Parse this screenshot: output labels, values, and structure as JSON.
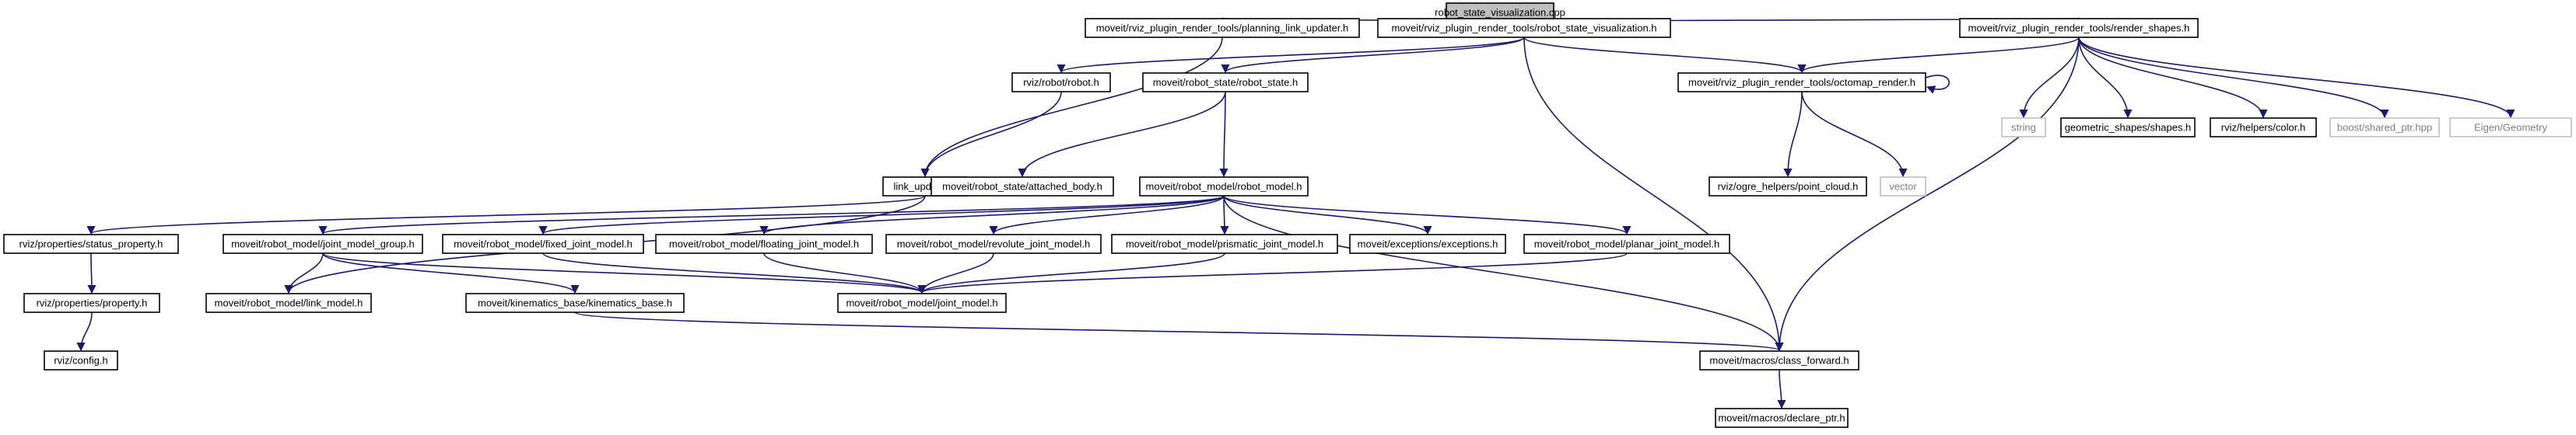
{
  "diagram": {
    "colors": {
      "edge": "#191970",
      "border": "#000000",
      "ghost_border": "#bfbfbf",
      "root_fill": "#bfbfbf",
      "node_fill": "#ffffff",
      "text": "#000000",
      "ghost_text": "#7f7f7f"
    },
    "nodes": [
      {
        "id": "root",
        "label": "robot_state_visualization.cpp",
        "kind": "root"
      },
      {
        "id": "plu",
        "label": "moveit/rviz_plugin_render_tools/planning_link_updater.h",
        "kind": "normal"
      },
      {
        "id": "rsvh",
        "label": "moveit/rviz_plugin_render_tools/robot_state_visualization.h",
        "kind": "normal"
      },
      {
        "id": "rshapes",
        "label": "moveit/rviz_plugin_render_tools/render_shapes.h",
        "kind": "normal"
      },
      {
        "id": "rvizrobot",
        "label": "rviz/robot/robot.h",
        "kind": "normal"
      },
      {
        "id": "rstate",
        "label": "moveit/robot_state/robot_state.h",
        "kind": "normal"
      },
      {
        "id": "octomap",
        "label": "moveit/rviz_plugin_render_tools/octomap_render.h",
        "kind": "normal"
      },
      {
        "id": "string",
        "label": "string",
        "kind": "ghost"
      },
      {
        "id": "shapes",
        "label": "geometric_shapes/shapes.h",
        "kind": "normal"
      },
      {
        "id": "color",
        "label": "rviz/helpers/color.h",
        "kind": "normal"
      },
      {
        "id": "sharedptr",
        "label": "boost/shared_ptr.hpp",
        "kind": "ghost"
      },
      {
        "id": "eigen",
        "label": "Eigen/Geometry",
        "kind": "ghost"
      },
      {
        "id": "linkupd",
        "label": "link_updater.h",
        "kind": "normal"
      },
      {
        "id": "attached",
        "label": "moveit/robot_state/attached_body.h",
        "kind": "normal"
      },
      {
        "id": "rmodel",
        "label": "moveit/robot_model/robot_model.h",
        "kind": "normal"
      },
      {
        "id": "pointcloud",
        "label": "rviz/ogre_helpers/point_cloud.h",
        "kind": "normal"
      },
      {
        "id": "vector",
        "label": "vector",
        "kind": "ghost"
      },
      {
        "id": "statusprop",
        "label": "rviz/properties/status_property.h",
        "kind": "normal"
      },
      {
        "id": "jmg",
        "label": "moveit/robot_model/joint_model_group.h",
        "kind": "normal"
      },
      {
        "id": "fixed",
        "label": "moveit/robot_model/fixed_joint_model.h",
        "kind": "normal"
      },
      {
        "id": "floating",
        "label": "moveit/robot_model/floating_joint_model.h",
        "kind": "normal"
      },
      {
        "id": "revolute",
        "label": "moveit/robot_model/revolute_joint_model.h",
        "kind": "normal"
      },
      {
        "id": "prismatic",
        "label": "moveit/robot_model/prismatic_joint_model.h",
        "kind": "normal"
      },
      {
        "id": "exceptions",
        "label": "moveit/exceptions/exceptions.h",
        "kind": "normal"
      },
      {
        "id": "planar",
        "label": "moveit/robot_model/planar_joint_model.h",
        "kind": "normal"
      },
      {
        "id": "property",
        "label": "rviz/properties/property.h",
        "kind": "normal"
      },
      {
        "id": "linkmodel",
        "label": "moveit/robot_model/link_model.h",
        "kind": "normal"
      },
      {
        "id": "kinbase",
        "label": "moveit/kinematics_base/kinematics_base.h",
        "kind": "normal"
      },
      {
        "id": "jointmodel",
        "label": "moveit/robot_model/joint_model.h",
        "kind": "normal"
      },
      {
        "id": "config",
        "label": "rviz/config.h",
        "kind": "normal"
      },
      {
        "id": "classfwd",
        "label": "moveit/macros/class_forward.h",
        "kind": "normal"
      },
      {
        "id": "declptr",
        "label": "moveit/macros/declare_ptr.h",
        "kind": "normal"
      }
    ],
    "edges": [
      [
        "root",
        "plu"
      ],
      [
        "root",
        "rsvh"
      ],
      [
        "root",
        "rshapes"
      ],
      [
        "plu",
        "linkupd"
      ],
      [
        "rsvh",
        "rvizrobot"
      ],
      [
        "rsvh",
        "rstate"
      ],
      [
        "rsvh",
        "octomap"
      ],
      [
        "rsvh",
        "classfwd"
      ],
      [
        "rshapes",
        "octomap"
      ],
      [
        "rshapes",
        "string"
      ],
      [
        "rshapes",
        "shapes"
      ],
      [
        "rshapes",
        "color"
      ],
      [
        "rshapes",
        "sharedptr"
      ],
      [
        "rshapes",
        "eigen"
      ],
      [
        "rshapes",
        "classfwd"
      ],
      [
        "rvizrobot",
        "linkupd"
      ],
      [
        "octomap",
        "octomap"
      ],
      [
        "octomap",
        "pointcloud"
      ],
      [
        "octomap",
        "vector"
      ],
      [
        "rstate",
        "attached"
      ],
      [
        "rstate",
        "rmodel"
      ],
      [
        "linkupd",
        "statusprop"
      ],
      [
        "linkupd",
        "linkmodel"
      ],
      [
        "rmodel",
        "jmg"
      ],
      [
        "rmodel",
        "fixed"
      ],
      [
        "rmodel",
        "floating"
      ],
      [
        "rmodel",
        "revolute"
      ],
      [
        "rmodel",
        "prismatic"
      ],
      [
        "rmodel",
        "exceptions"
      ],
      [
        "rmodel",
        "planar"
      ],
      [
        "rmodel",
        "classfwd"
      ],
      [
        "statusprop",
        "property"
      ],
      [
        "property",
        "config"
      ],
      [
        "jmg",
        "linkmodel"
      ],
      [
        "jmg",
        "kinbase"
      ],
      [
        "jmg",
        "jointmodel"
      ],
      [
        "fixed",
        "jointmodel"
      ],
      [
        "floating",
        "jointmodel"
      ],
      [
        "revolute",
        "jointmodel"
      ],
      [
        "prismatic",
        "jointmodel"
      ],
      [
        "planar",
        "jointmodel"
      ],
      [
        "kinbase",
        "classfwd"
      ],
      [
        "classfwd",
        "declptr"
      ]
    ]
  }
}
